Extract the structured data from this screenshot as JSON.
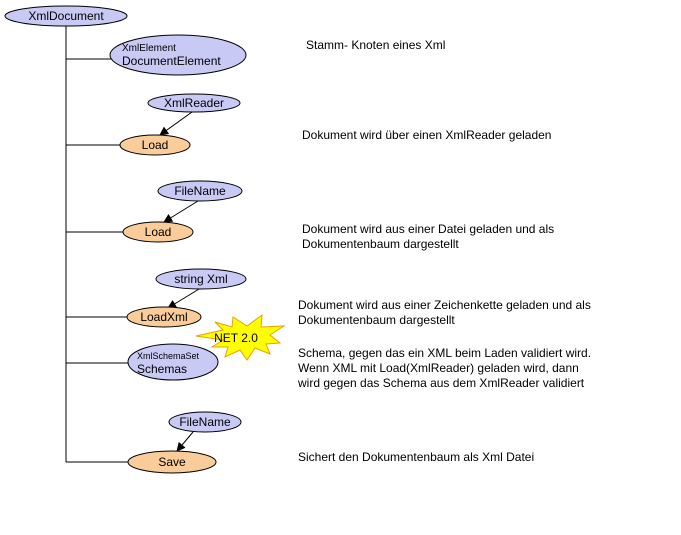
{
  "colors": {
    "object_fill": "#c9c9f5",
    "method_fill": "#f9cc99",
    "badge_fill": "#ffff00",
    "line": "#000000"
  },
  "root": {
    "label": "XmlDocument"
  },
  "document_element": {
    "type": "XmlElement",
    "name": "DocumentElement"
  },
  "load_reader": {
    "param": "XmlReader",
    "method": "Load"
  },
  "load_file": {
    "param": "FileName",
    "method": "Load"
  },
  "load_xml": {
    "param": "string Xml",
    "method": "LoadXml"
  },
  "schemas": {
    "type": "XmlSchemaSet",
    "name": "Schemas",
    "badge": "NET 2.0"
  },
  "save": {
    "param": "FileName",
    "method": "Save"
  },
  "descriptions": {
    "document_element": "Stamm- Knoten eines Xml",
    "load_reader": "Dokument wird über einen XmlReader geladen",
    "load_file": "Dokument wird aus einer Datei geladen und als\nDokumentenbaum dargestellt",
    "load_xml": "Dokument wird aus einer Zeichenkette geladen und als\nDokumentenbaum dargestellt",
    "schemas": "Schema, gegen das ein XML beim Laden validiert wird.\nWenn XML mit Load(XmlReader) geladen wird, dann\nwird gegen das Schema aus dem XmlReader validiert",
    "save": "Sichert den Dokumentenbaum als Xml Datei"
  }
}
